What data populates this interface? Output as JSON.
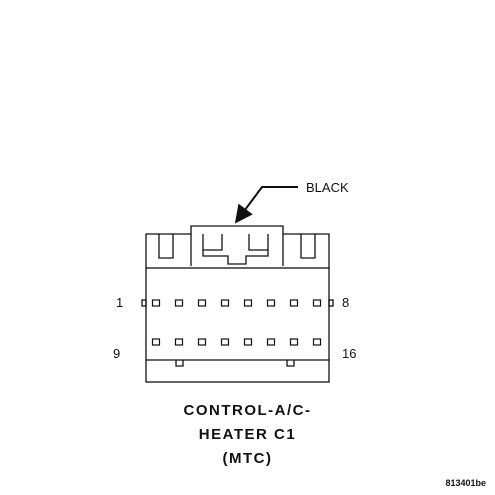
{
  "connector": {
    "color_callout": "BLACK",
    "pin_first_top": "1",
    "pin_last_top": "8",
    "pin_first_bottom": "9",
    "pin_last_bottom": "16",
    "pins_per_row": 8
  },
  "caption": {
    "line1": "CONTROL-A/C-",
    "line2": "HEATER C1",
    "line3": "(MTC)"
  },
  "figure_id": "813401be"
}
